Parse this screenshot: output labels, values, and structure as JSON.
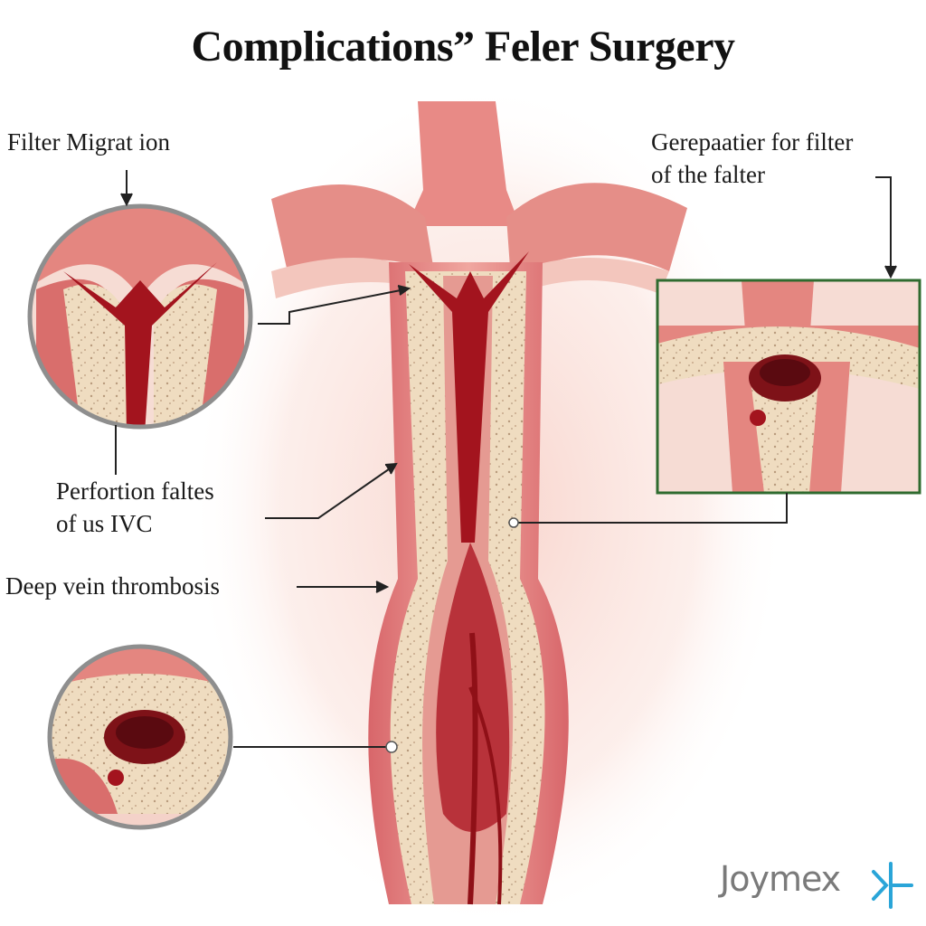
{
  "title": "Complications” Feler Surgery",
  "labels": {
    "filter_migration": "Filter  Migrat ion",
    "gerepaatier_line1": "Gerepaatier for filter",
    "gerepaatier_line2": "of the  falter",
    "perforation_line1": "Perfortion faltes",
    "perforation_line2": "of us IVC",
    "dvt": "Deep vein thrombosis"
  },
  "brand": {
    "name": "Joymex",
    "logo_icon": "joymex-logo-icon"
  },
  "colors": {
    "vessel_wall": "#e07a7a",
    "vessel_light": "#f4c2bc",
    "tissue_layer": "#efdcc0",
    "clot": "#a3141e",
    "inset_border_green": "#2f6b2f",
    "logo_blue": "#2aa5d8"
  }
}
